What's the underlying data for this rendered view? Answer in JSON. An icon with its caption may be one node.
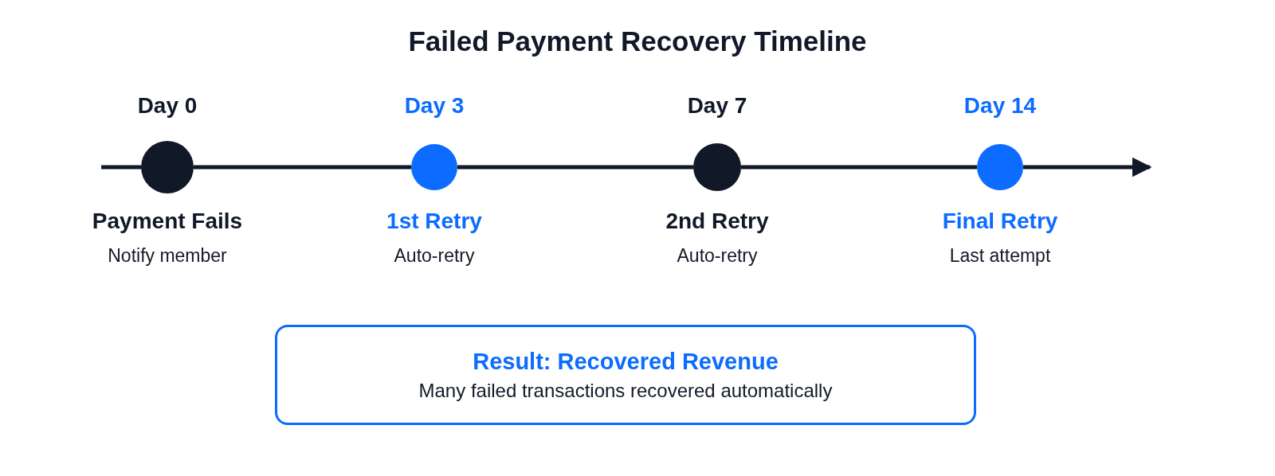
{
  "diagram": {
    "title": "Failed Payment Recovery Timeline",
    "nodes": [
      {
        "text": [],
        "shape": "circle",
        "beside": [
          "Day 0",
          "Payment Fails",
          "Notify member"
        ]
      },
      {
        "text": [],
        "shape": "circle",
        "beside": [
          "Day 3",
          "1st Retry",
          "Auto-retry"
        ]
      },
      {
        "text": [],
        "shape": "circle",
        "beside": [
          "Day 7",
          "2nd Retry",
          "Auto-retry"
        ]
      },
      {
        "text": [],
        "shape": "circle",
        "beside": [
          "Day 14",
          "Final Retry",
          "Last attempt"
        ]
      },
      {
        "text": [
          "Result: Recovered Revenue",
          "Many failed transactions recovered automatically"
        ]
      }
    ],
    "edges": [
      {
        "from": null,
        "to": 0,
        "arrow": "none"
      },
      {
        "from": 0,
        "to": 1,
        "arrow": "none"
      },
      {
        "from": 1,
        "to": 2,
        "arrow": "none"
      },
      {
        "from": 2,
        "to": 3,
        "arrow": "none"
      },
      {
        "from": 3,
        "to": null,
        "arrow": "to"
      }
    ]
  }
}
